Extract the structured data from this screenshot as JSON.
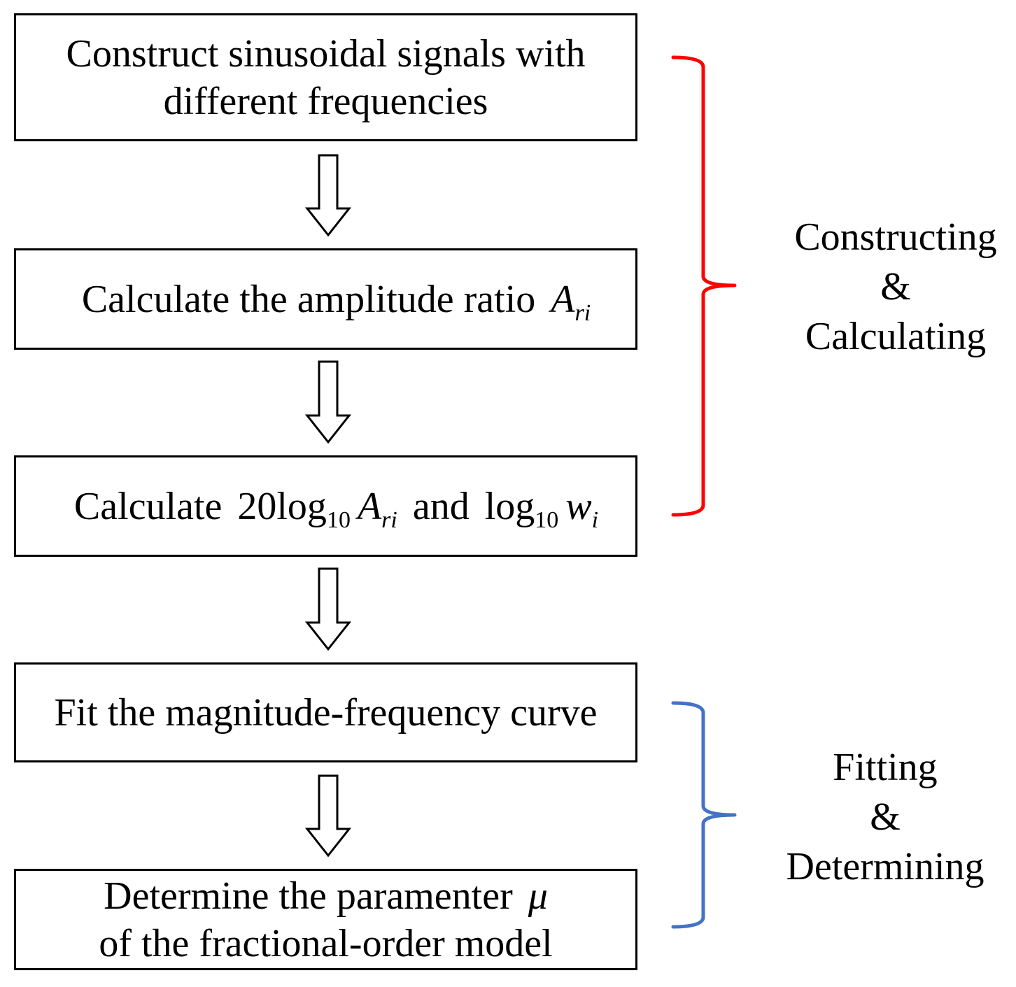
{
  "flowchart": {
    "steps": [
      {
        "line1": "Construct sinusoidal signals with",
        "line2": "different frequencies"
      },
      {
        "text": "Calculate the amplitude ratio",
        "math": {
          "symbol": "A",
          "sub": "ri"
        }
      },
      {
        "prefix": "Calculate",
        "coef": "20log",
        "log_sub": "10",
        "sym1": "A",
        "sym1_sub": "ri",
        "conj": "and",
        "log2": "log",
        "log2_sub": "10",
        "sym2": "w",
        "sym2_sub": "i"
      },
      {
        "text": "Fit the magnitude-frequency curve"
      },
      {
        "line1": "Determine the paramenter",
        "symbol": "μ",
        "line2": "of the fractional-order model"
      }
    ]
  },
  "groups": [
    {
      "line1": "Constructing",
      "line2": "&",
      "line3": "Calculating",
      "color": "#ff0000"
    },
    {
      "line1": "Fitting",
      "line2": "&",
      "line3": "Determining",
      "color": "#4472c4"
    }
  ],
  "arrow_color": "#000000"
}
